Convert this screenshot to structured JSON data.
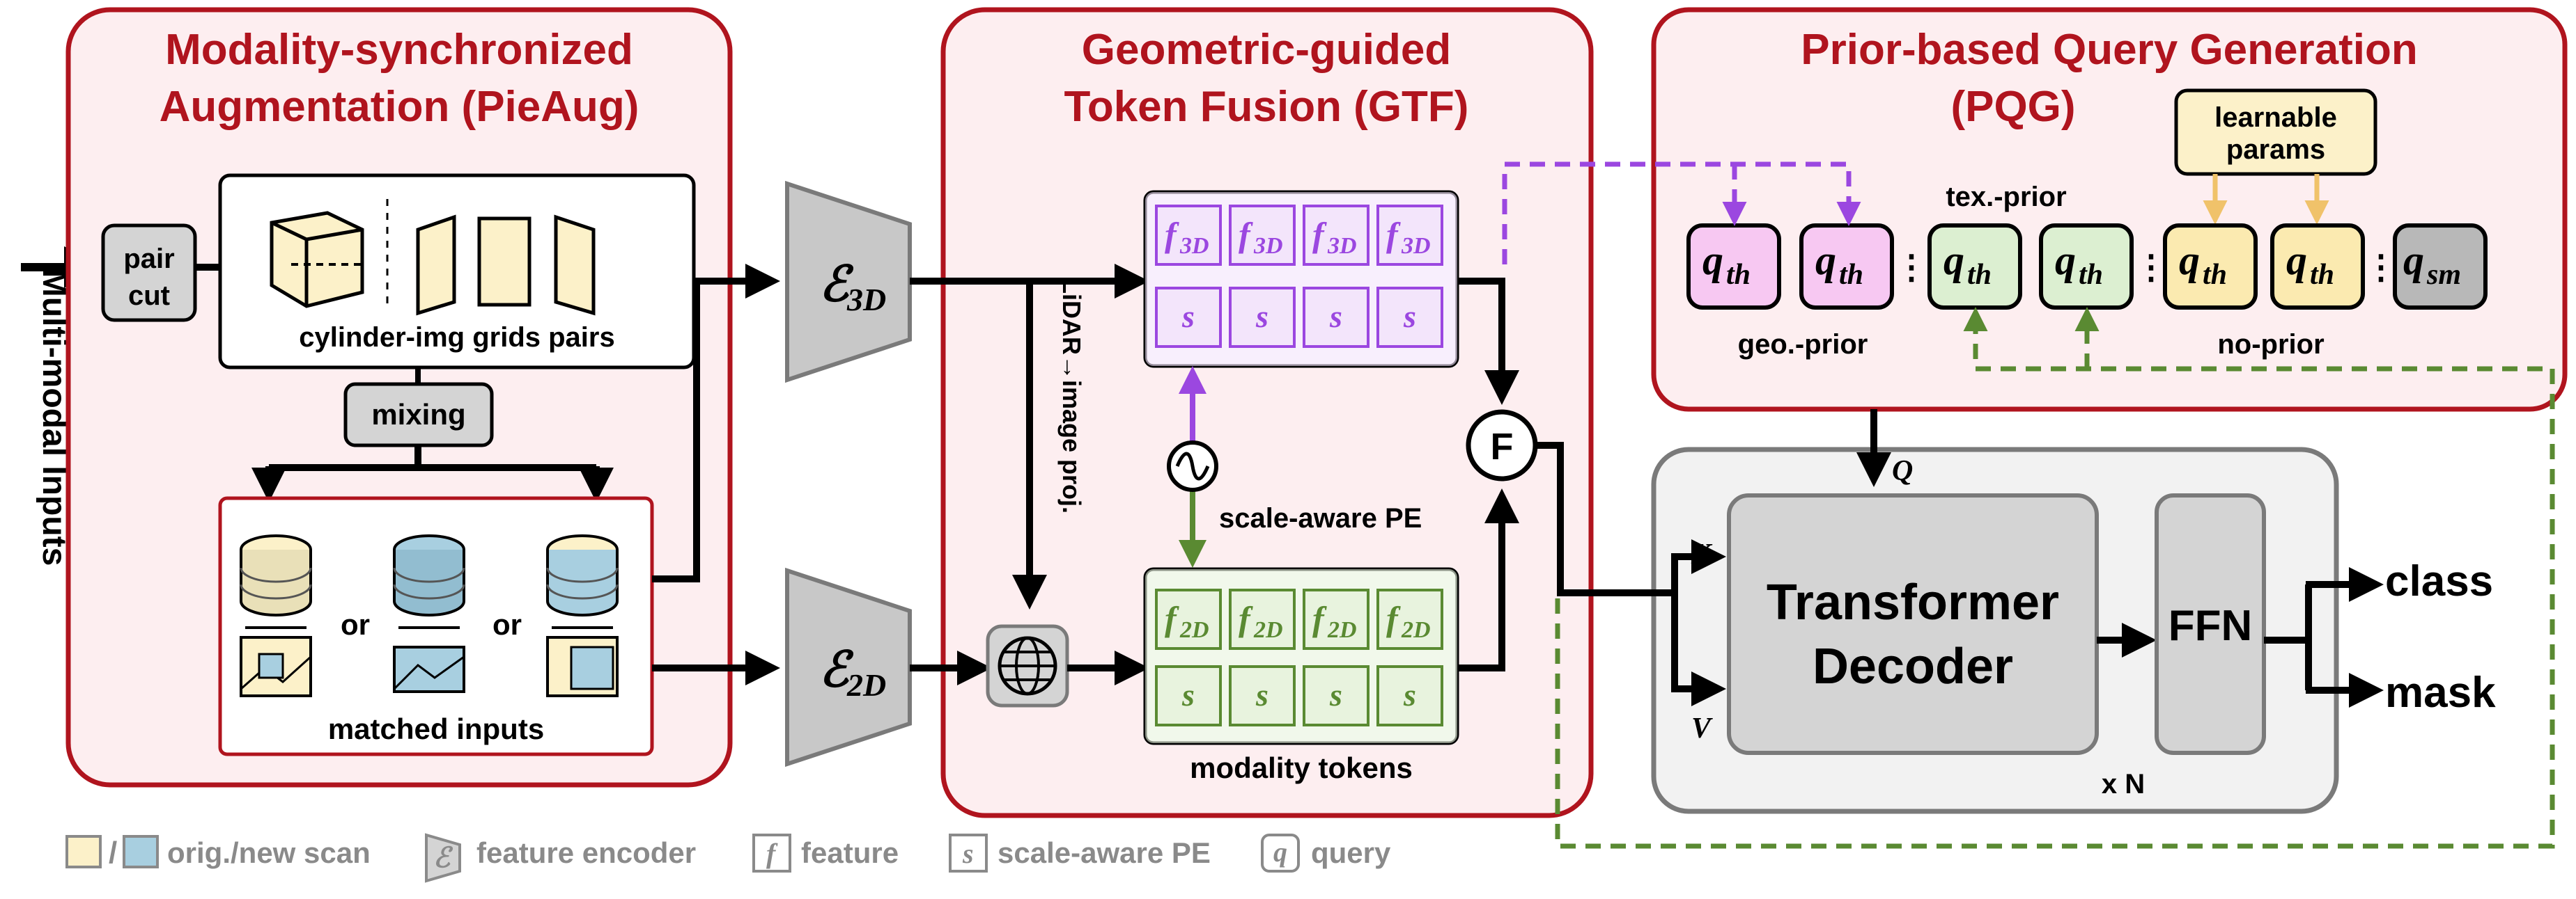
{
  "colors": {
    "section_border": "#b0141e",
    "section_fill": "#fdeef0",
    "gray_border": "#7a7a7a",
    "gray_fill": "#f2f2f2",
    "block_fill": "#d4d4d4",
    "purple": "#9b47e0",
    "purple_fill": "#f3e5fb",
    "green": "#5a8a32",
    "green_fill": "#e8f3de",
    "yellow_fill": "#fcf1c9",
    "yellow_border": "#f0c26a",
    "title_red": "#b0141e",
    "pink_query": "#f7c8f2",
    "green_query": "#dcefd1",
    "yellow_query": "#fbeab0",
    "gray_query": "#b8b8b8",
    "legend_text": "#8a8a8a"
  },
  "left_label": "Multi-modal Inputs",
  "pieaug": {
    "title_line1": "Modality-synchronized",
    "title_line2": "Augmentation (PieAug)",
    "pair_cut": [
      "pair",
      "cut"
    ],
    "grids_label": "cylinder-img grids pairs",
    "mixing": "mixing",
    "or1": "or",
    "or2": "or",
    "matched": "matched inputs"
  },
  "encoders": {
    "e3d": "ℰ",
    "e3d_sub": "3D",
    "e2d": "ℰ",
    "e2d_sub": "2D"
  },
  "gtf": {
    "title_line1": "Geometric-guided",
    "title_line2": "Token Fusion (GTF)",
    "f3d": "f",
    "f3d_sub": "3D",
    "f2d": "f",
    "f2d_sub": "2D",
    "s": "s",
    "proj": "LiDAR→image proj.",
    "pe": "scale-aware PE",
    "fuse": "F",
    "modality_tokens": "modality tokens"
  },
  "pqg": {
    "title_line1": "Prior-based Query Generation",
    "title_line2": "(PQG)",
    "learnable": [
      "learnable",
      "params"
    ],
    "tex_prior": "tex.-prior",
    "geo_prior": "geo.-prior",
    "no_prior": "no-prior",
    "q": "q",
    "q_th": "th",
    "q_sm": "sm",
    "dots": "⋮"
  },
  "decoder": {
    "q": "Q",
    "k": "K",
    "v": "V",
    "transformer": [
      "Transformer",
      "Decoder"
    ],
    "ffn": "FFN",
    "xn": "x N",
    "class": "class",
    "mask": "mask"
  },
  "legend": {
    "slash": "/",
    "scan": "orig./new scan",
    "enc_glyph": "ℰ",
    "enc": "feature encoder",
    "f_glyph": "f",
    "f": "feature",
    "s_glyph": "s",
    "s": "scale-aware PE",
    "q_glyph": "q",
    "q": "query"
  }
}
